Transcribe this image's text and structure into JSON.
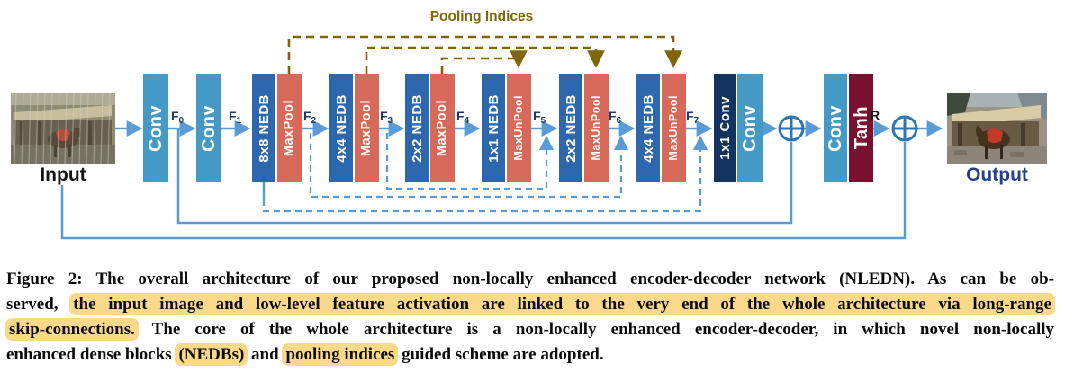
{
  "diagram": {
    "pooling_indices_label": "Pooling Indices",
    "input_label": "Input",
    "output_label": "Output",
    "residual_label": "R",
    "blocks": {
      "conv_a": "Conv",
      "conv_b": "Conv",
      "nedb_8x8": "8x8 NEDB",
      "maxpool_a": "MaxPool",
      "nedb_4x4": "4x4 NEDB",
      "maxpool_b": "MaxPool",
      "nedb_2x2": "2x2 NEDB",
      "maxpool_c": "MaxPool",
      "nedb_1x1": "1x1 NEDB",
      "maxunpool_a": "MaxUnPool",
      "nedb_2x2_dec": "2x2 NEDB",
      "maxunpool_b": "MaxUnPool",
      "nedb_4x4_dec": "4x4 NEDB",
      "maxunpool_c": "MaxUnPool",
      "conv_1x1": "1x1 Conv",
      "conv_c": "Conv",
      "conv_d": "Conv",
      "tanh": "Tanh"
    },
    "feature_labels": [
      {
        "base": "F",
        "sub": "0"
      },
      {
        "base": "F",
        "sub": "1"
      },
      {
        "base": "F",
        "sub": "2"
      },
      {
        "base": "F",
        "sub": "3"
      },
      {
        "base": "F",
        "sub": "4"
      },
      {
        "base": "F",
        "sub": "5"
      },
      {
        "base": "F",
        "sub": "6"
      },
      {
        "base": "F",
        "sub": "7"
      }
    ],
    "colors": {
      "conv_block": "#4599C6",
      "nedb_block": "#2D68AE",
      "pool_block": "#D7695A",
      "conv_1x1_block": "#14335E",
      "tanh_block": "#7A102F",
      "wire_blue": "#5B9BD5",
      "pooling_indices_olive": "#7F6608",
      "feature_label_blue": "#1F3864",
      "highlight_yellow": "#FBD98B"
    }
  },
  "caption": {
    "figure_label": "Figure 2:",
    "lines": [
      {
        "segments": [
          {
            "text": "Figure 2: The overall architecture of our proposed non-locally enhanced encoder-decoder network (NLEDN). As can be ob-",
            "highlight": false
          }
        ]
      },
      {
        "segments": [
          {
            "text": "served, ",
            "highlight": false
          },
          {
            "text": "the input image and low-level feature activation are linked to the very end of the whole architecture via long-range",
            "highlight": true
          }
        ]
      },
      {
        "segments": [
          {
            "text": "skip-connections.",
            "highlight": true
          },
          {
            "text": " The core of the whole architecture is a non-locally enhanced encoder-decoder, in which novel non-locally",
            "highlight": false
          }
        ]
      },
      {
        "segments": [
          {
            "text": "enhanced dense blocks ",
            "highlight": false
          },
          {
            "text": "(NEDBs)",
            "highlight": true
          },
          {
            "text": " and ",
            "highlight": false
          },
          {
            "text": "pooling indices",
            "highlight": true
          },
          {
            "text": " guided scheme are adopted.",
            "highlight": false
          }
        ]
      }
    ]
  }
}
